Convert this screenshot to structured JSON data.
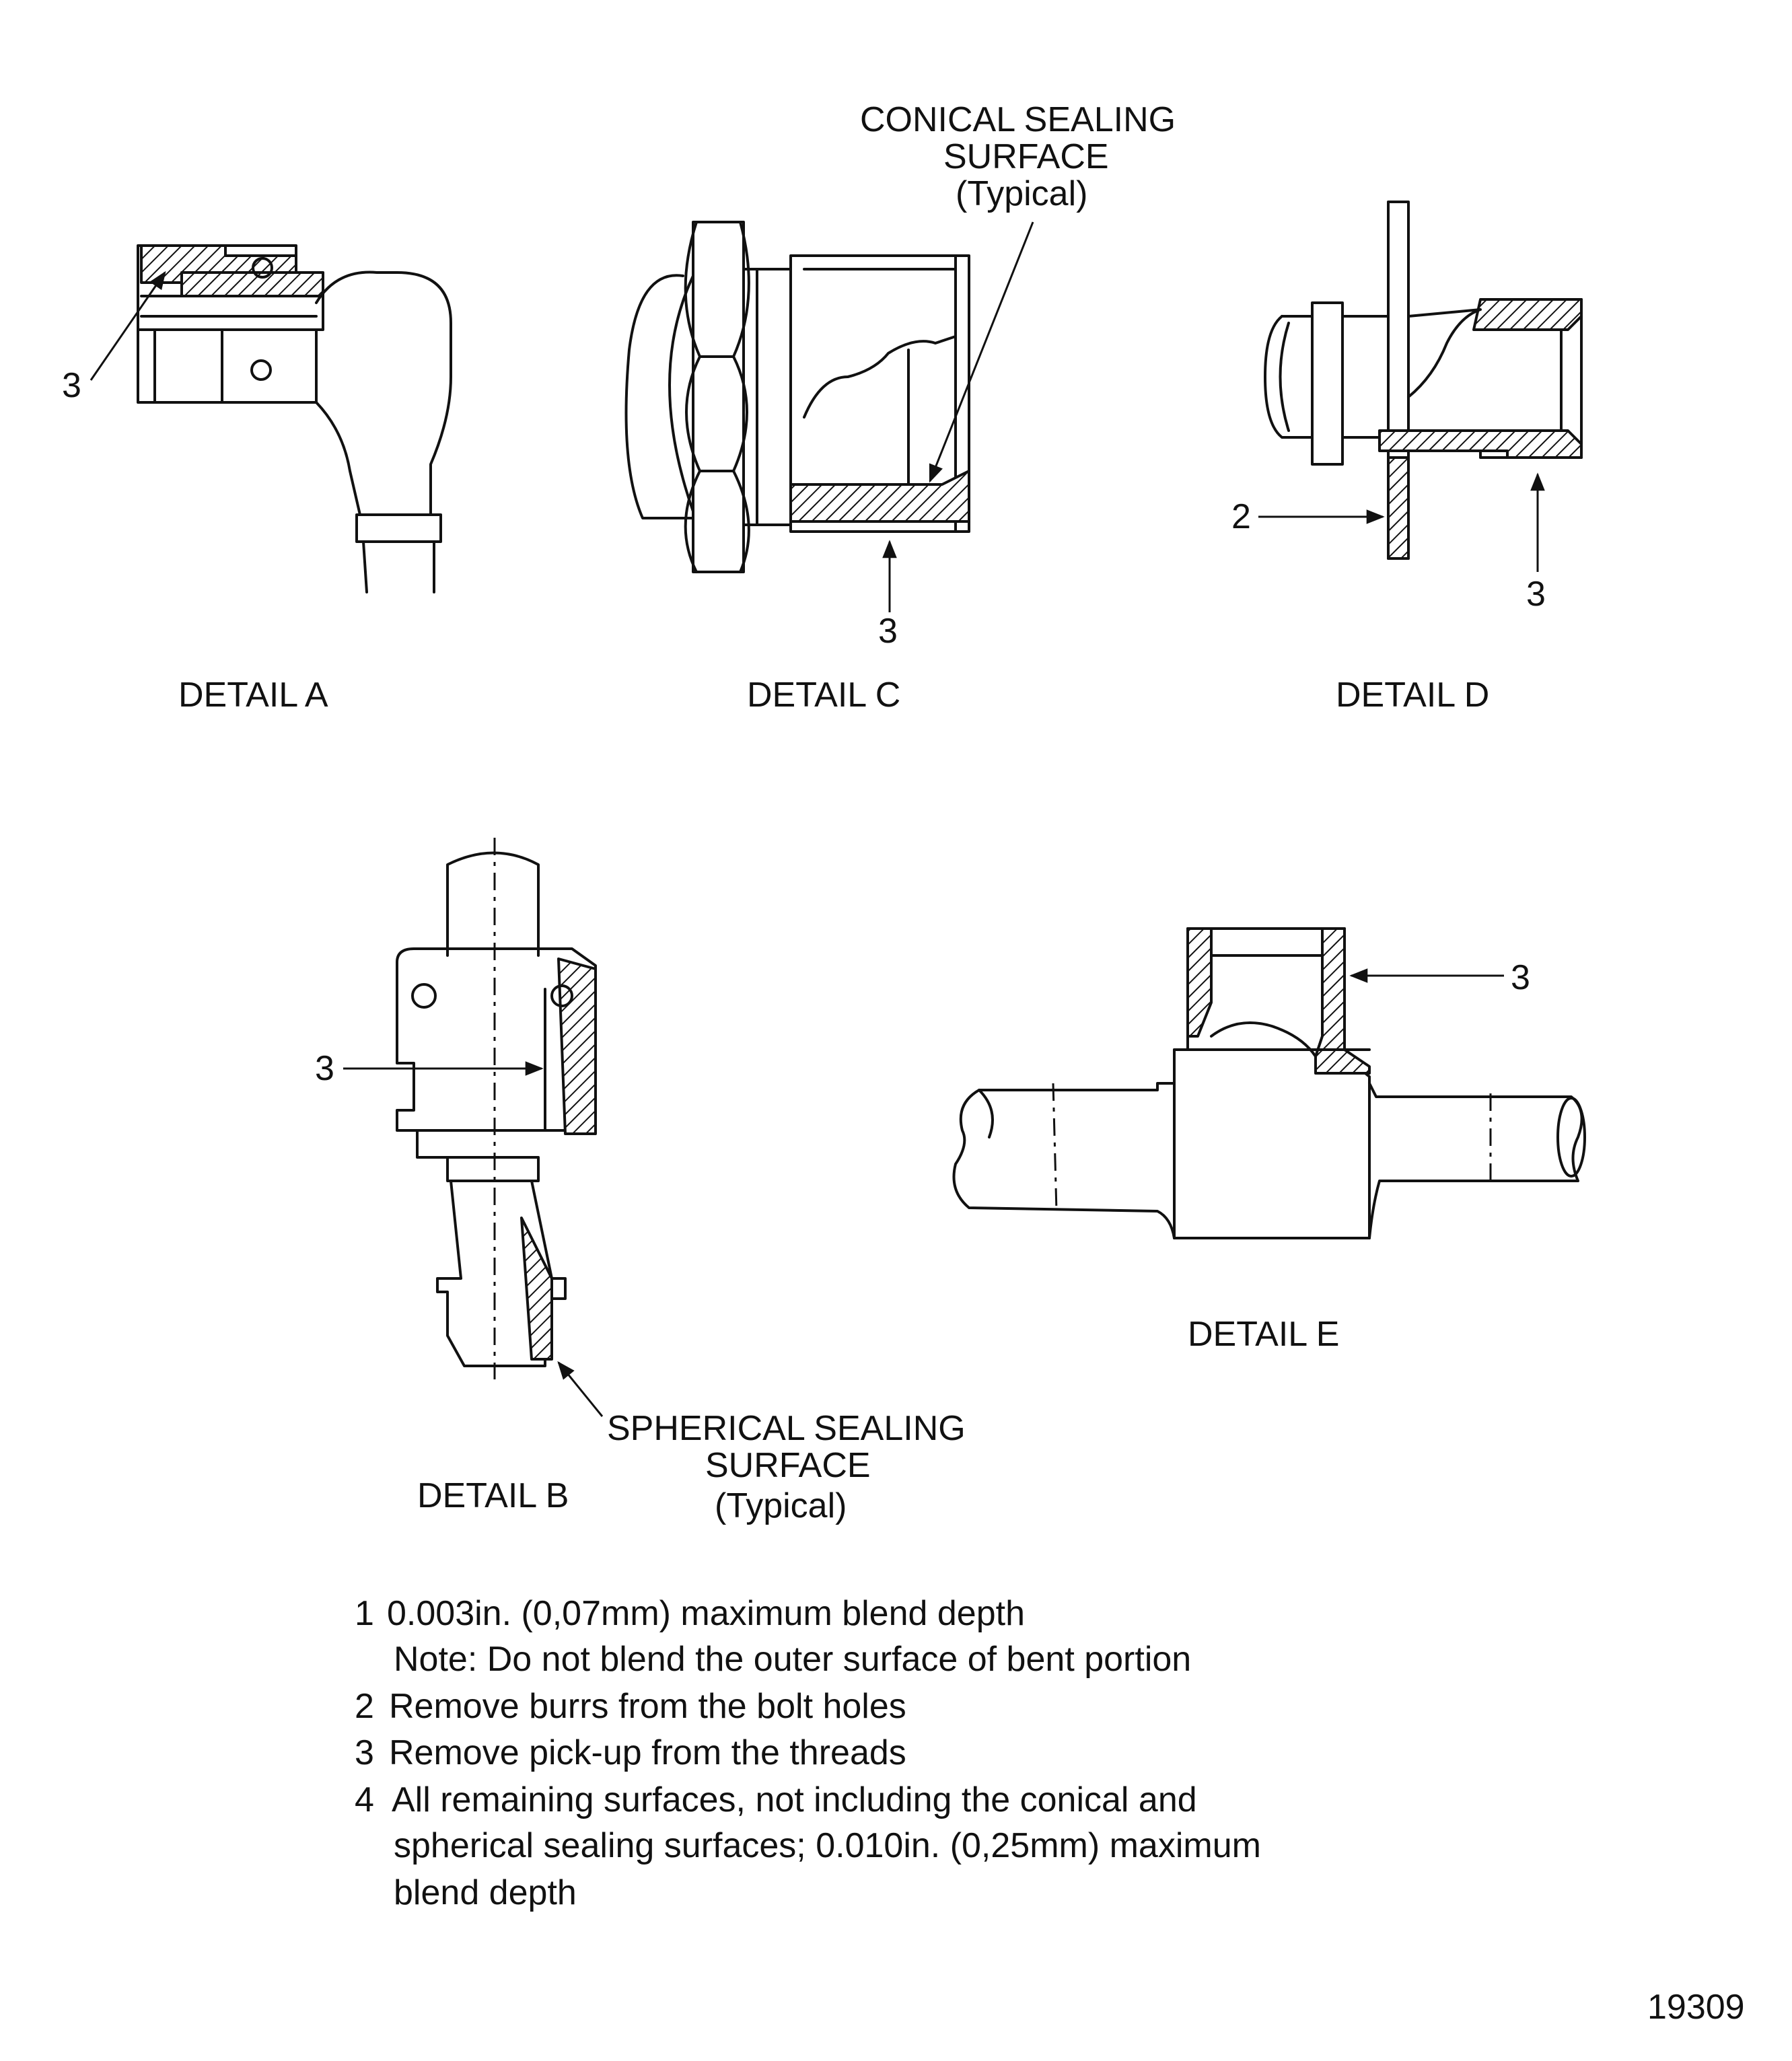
{
  "details": {
    "a": {
      "caption": "DETAIL  A",
      "callout": "3"
    },
    "b": {
      "caption": "DETAIL  B",
      "callout": "3"
    },
    "c": {
      "caption": "DETAIL  C",
      "callout": "3"
    },
    "d": {
      "caption": "DETAIL  D",
      "callout_2": "2",
      "callout_3": "3"
    },
    "e": {
      "caption": "DETAIL  E",
      "callout": "3"
    }
  },
  "conical_label": [
    "CONICAL  SEALING",
    "SURFACE",
    "(Typical)"
  ],
  "spherical_label": [
    "SPHERICAL  SEALING",
    "SURFACE",
    "(Typical)"
  ],
  "notes": [
    {
      "num": "1",
      "lines": [
        "0.003in. (0,07mm) maximum blend depth",
        "Note: Do not blend the outer surface of bent portion"
      ]
    },
    {
      "num": "2",
      "lines": [
        "Remove burrs from the bolt holes"
      ]
    },
    {
      "num": "3",
      "lines": [
        "Remove pick-up from the threads"
      ]
    },
    {
      "num": "4",
      "lines": [
        "All remaining surfaces, not including the conical and",
        "spherical sealing surfaces; 0.010in. (0,25mm) maximum",
        "blend depth"
      ]
    }
  ],
  "figure_number": "19309"
}
